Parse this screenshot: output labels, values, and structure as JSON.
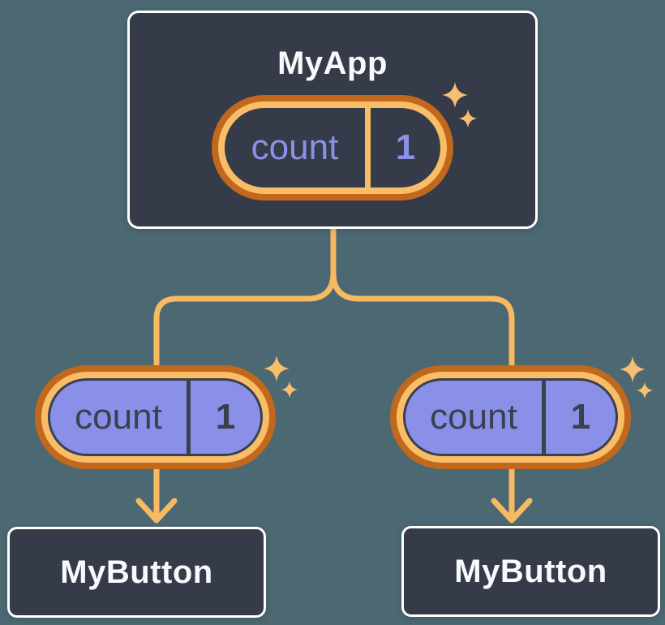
{
  "nodes": {
    "my_app": {
      "label": "MyApp"
    },
    "my_button_left": {
      "label": "MyButton"
    },
    "my_button_right": {
      "label": "MyButton"
    }
  },
  "state_pills": {
    "app": {
      "name": "count",
      "value": "1"
    },
    "left": {
      "name": "count",
      "value": "1"
    },
    "right": {
      "name": "count",
      "value": "1"
    }
  },
  "icons": {
    "sparkle": "sparkle-icon",
    "arrow": "arrow-down-icon"
  },
  "colors": {
    "background": "#4C6872",
    "node_fill": "#353B48",
    "node_border": "#FFFFFF",
    "node_text": "#F7F9FC",
    "pill_outer_ring": "#C1681C",
    "pill_inner_ring": "#F9BD67",
    "pill_fill_purple": "#8A90E8",
    "pill_dark_outline": "#3A404D",
    "state_text_purple": "#8B91E7",
    "connector": "#F7BA62",
    "sparkle": "#F7BE6F"
  }
}
